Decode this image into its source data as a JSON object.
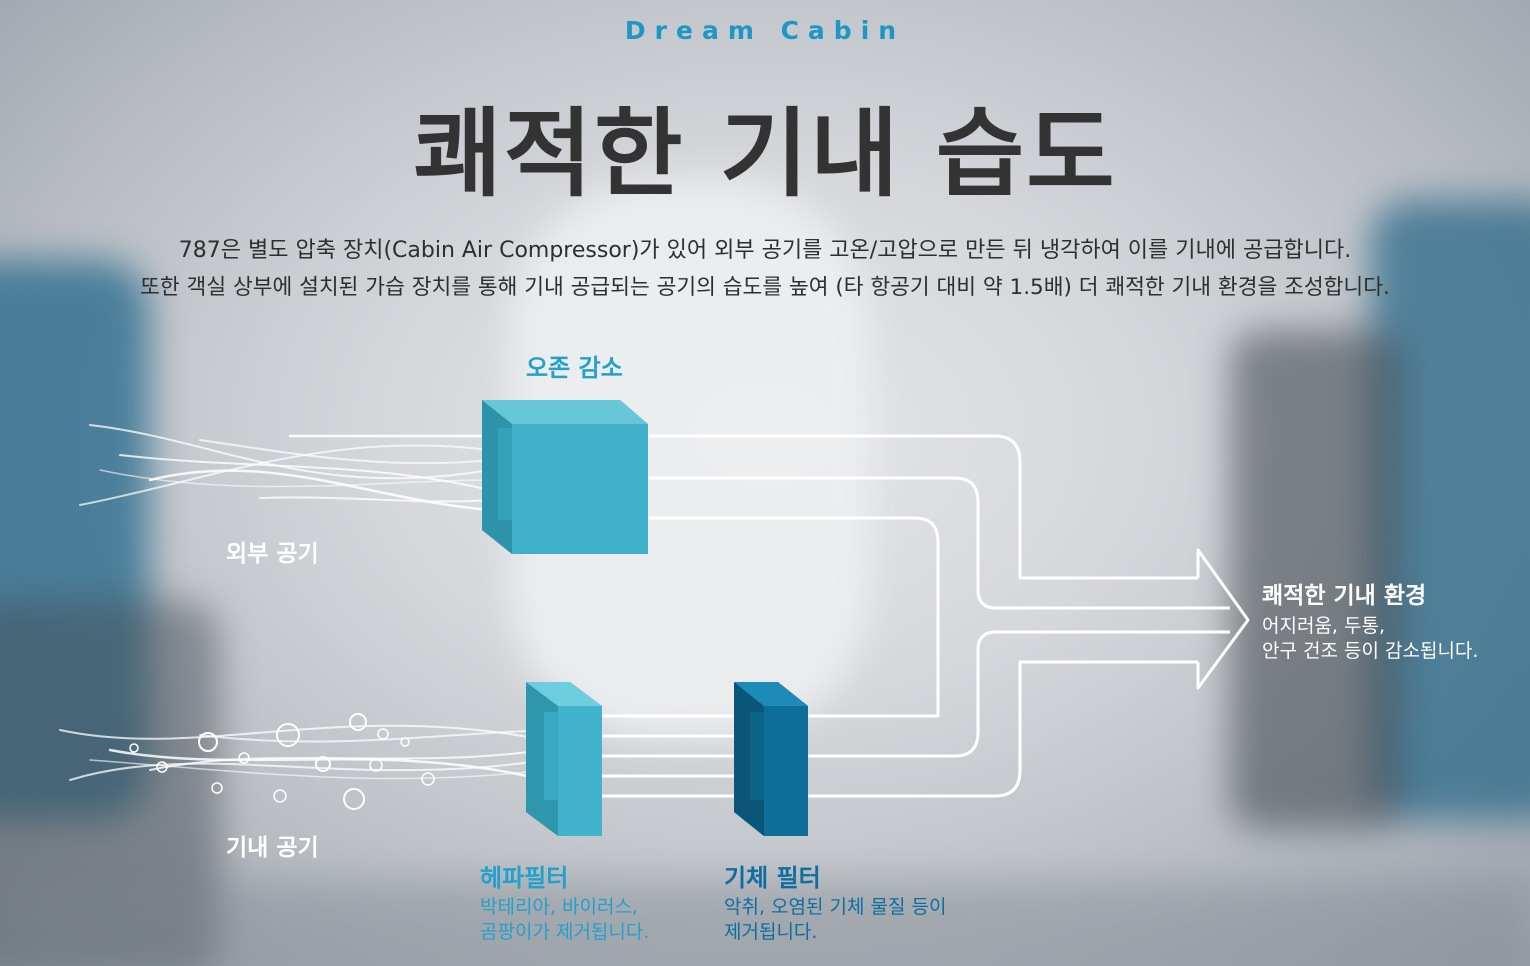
{
  "header": {
    "subtitle": "Dream Cabin",
    "title": "쾌적한 기내 습도",
    "description_line1": "787은 별도 압축 장치(Cabin Air Compressor)가 있어 외부 공기를 고온/고압으로 만든 뒤 냉각하여 이를 기내에 공급합니다.",
    "description_line2": "또한 객실 상부에 설치된 가습 장치를 통해 기내 공급되는 공기의 습도를 높여 (타 항공기 대비 약 1.5배) 더 쾌적한 기내 환경을 조성합니다."
  },
  "diagram": {
    "ozone_label": "오존 감소",
    "outside_air_label": "외부 공기",
    "cabin_air_label": "기내 공기",
    "hepa_filter": {
      "title": "헤파필터",
      "line1": "박테리아, 바이러스,",
      "line2": "곰팡이가 제거됩니다."
    },
    "gas_filter": {
      "title": "기체 필터",
      "line1": "악취, 오염된 기체 물질 등이",
      "line2": "제거됩니다."
    },
    "result": {
      "title": "쾌적한 기내 환경",
      "line1": "어지러움, 두통,",
      "line2": "안구 건조 등이 감소됩니다."
    },
    "colors": {
      "ozone_unit": "#3fb0c7",
      "hepa_filter": "#41b3cc",
      "gas_filter": "#0d6e99",
      "flow_lines": "#ffffff",
      "accent_text": "#22a1cc"
    }
  }
}
